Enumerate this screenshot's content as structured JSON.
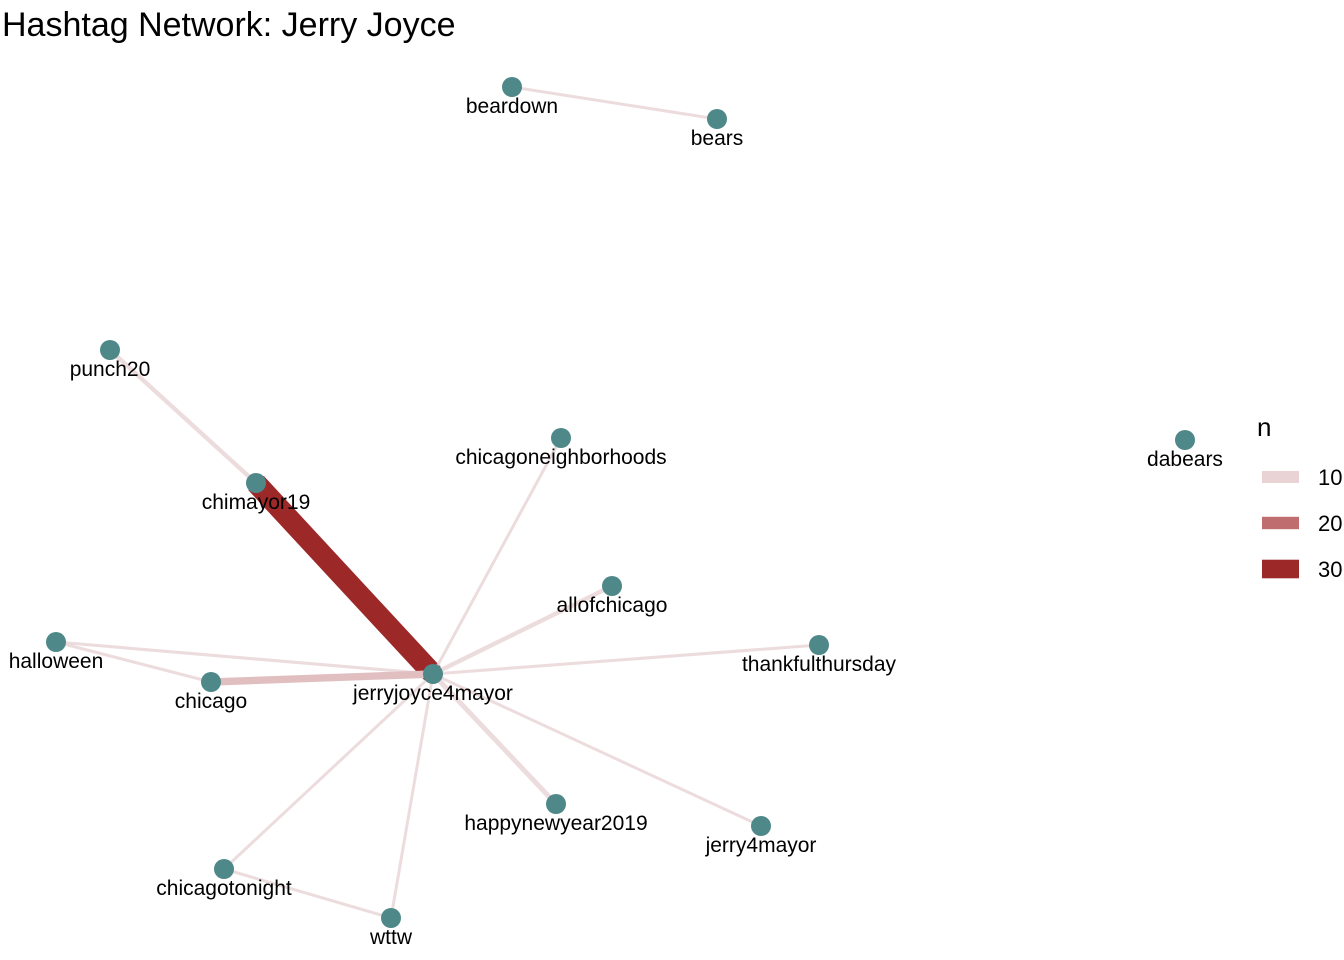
{
  "title": "Hashtag Network: Jerry Joyce",
  "colors": {
    "node": "#4f8888",
    "edge_low": "#e9d3d4",
    "edge_mid": "#c06d6f",
    "edge_high": "#9d2828"
  },
  "legend": {
    "title": "n",
    "items": [
      {
        "label": "10",
        "value": 10
      },
      {
        "label": "20",
        "value": 20
      },
      {
        "label": "30",
        "value": 30
      }
    ]
  },
  "nodes": [
    {
      "id": "beardown",
      "label": "beardown"
    },
    {
      "id": "bears",
      "label": "bears"
    },
    {
      "id": "punch20",
      "label": "punch20"
    },
    {
      "id": "chimayor19",
      "label": "chimayor19"
    },
    {
      "id": "chicagoneighborhoods",
      "label": "chicagoneighborhoods"
    },
    {
      "id": "dabears",
      "label": "dabears"
    },
    {
      "id": "allofchicago",
      "label": "allofchicago"
    },
    {
      "id": "thankfulthursday",
      "label": "thankfulthursday"
    },
    {
      "id": "halloween",
      "label": "halloween"
    },
    {
      "id": "chicago",
      "label": "chicago"
    },
    {
      "id": "jerryjoyce4mayor",
      "label": "jerryjoyce4mayor"
    },
    {
      "id": "happynewyear2019",
      "label": "happynewyear2019"
    },
    {
      "id": "jerry4mayor",
      "label": "jerry4mayor"
    },
    {
      "id": "chicagotonight",
      "label": "chicagotonight"
    },
    {
      "id": "wttw",
      "label": "wttw"
    }
  ],
  "edges": [
    {
      "source": "beardown",
      "target": "bears",
      "n": 4
    },
    {
      "source": "punch20",
      "target": "chimayor19",
      "n": 7
    },
    {
      "source": "chimayor19",
      "target": "jerryjoyce4mayor",
      "n": 34
    },
    {
      "source": "chicagoneighborhoods",
      "target": "jerryjoyce4mayor",
      "n": 4
    },
    {
      "source": "allofchicago",
      "target": "jerryjoyce4mayor",
      "n": 7
    },
    {
      "source": "thankfulthursday",
      "target": "jerryjoyce4mayor",
      "n": 5
    },
    {
      "source": "halloween",
      "target": "jerryjoyce4mayor",
      "n": 5
    },
    {
      "source": "halloween",
      "target": "chicago",
      "n": 5
    },
    {
      "source": "chicago",
      "target": "jerryjoyce4mayor",
      "n": 12
    },
    {
      "source": "happynewyear2019",
      "target": "jerryjoyce4mayor",
      "n": 8
    },
    {
      "source": "jerry4mayor",
      "target": "jerryjoyce4mayor",
      "n": 4
    },
    {
      "source": "chicagotonight",
      "target": "jerryjoyce4mayor",
      "n": 4
    },
    {
      "source": "wttw",
      "target": "jerryjoyce4mayor",
      "n": 4
    },
    {
      "source": "chicagotonight",
      "target": "wttw",
      "n": 4
    }
  ]
}
